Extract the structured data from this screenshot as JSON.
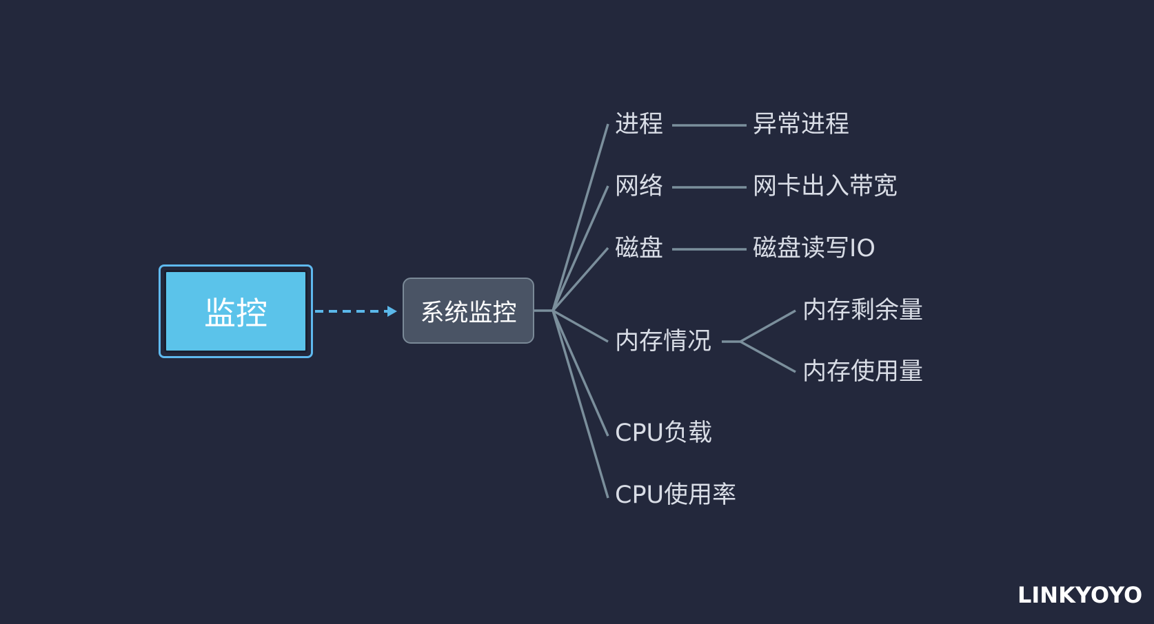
{
  "root": {
    "label": "监控"
  },
  "system": {
    "label": "系统监控"
  },
  "branches": [
    {
      "label": "进程",
      "children": [
        "异常进程"
      ]
    },
    {
      "label": "网络",
      "children": [
        "网卡出入带宽"
      ]
    },
    {
      "label": "磁盘",
      "children": [
        "磁盘读写IO"
      ]
    },
    {
      "label": "内存情况",
      "children": [
        "内存剩余量",
        "内存使用量"
      ]
    },
    {
      "label": "CPU负载",
      "children": []
    },
    {
      "label": "CPU使用率",
      "children": []
    }
  ],
  "logo": "LINKYOYO",
  "colors": {
    "background": "#23283c",
    "connector": "#7b8f9c",
    "arrow": "#5bb8ea",
    "root_fill": "#5bc3ea",
    "root_border": "#5fb9ef",
    "system_fill": "#4a5465",
    "text": "#d9dde6"
  }
}
